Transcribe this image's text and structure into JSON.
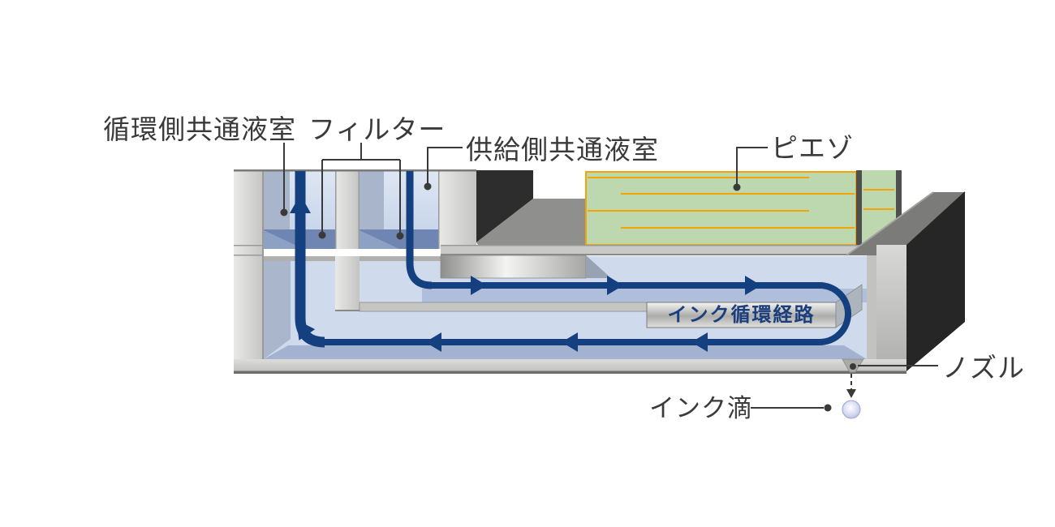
{
  "diagram": {
    "type": "inkjet-printhead-cross-section",
    "labels": {
      "circulation_chamber": "循環側共通液室",
      "filter": "フィルター",
      "supply_chamber": "供給側共通液室",
      "piezo": "ピエゾ",
      "ink_circulation_path": "インク循環経路",
      "nozzle": "ノズル",
      "ink_droplet": "インク滴"
    },
    "colors": {
      "ink_path_navy": "#14407f",
      "chamber_blue_light": "#ccd9ec",
      "chamber_blue_shade": "#a8b5ca",
      "filter_blue": "#7086b2",
      "interior_blue": "#cfdaec",
      "piezo_green": "#bdd8ae",
      "electrode_orange": "#f2a405",
      "body_gray": "#c9c9c7",
      "dark_block": "#2d2d2d",
      "label_text": "#3a3a3a",
      "path_label_text": "#1b3e7d"
    }
  }
}
